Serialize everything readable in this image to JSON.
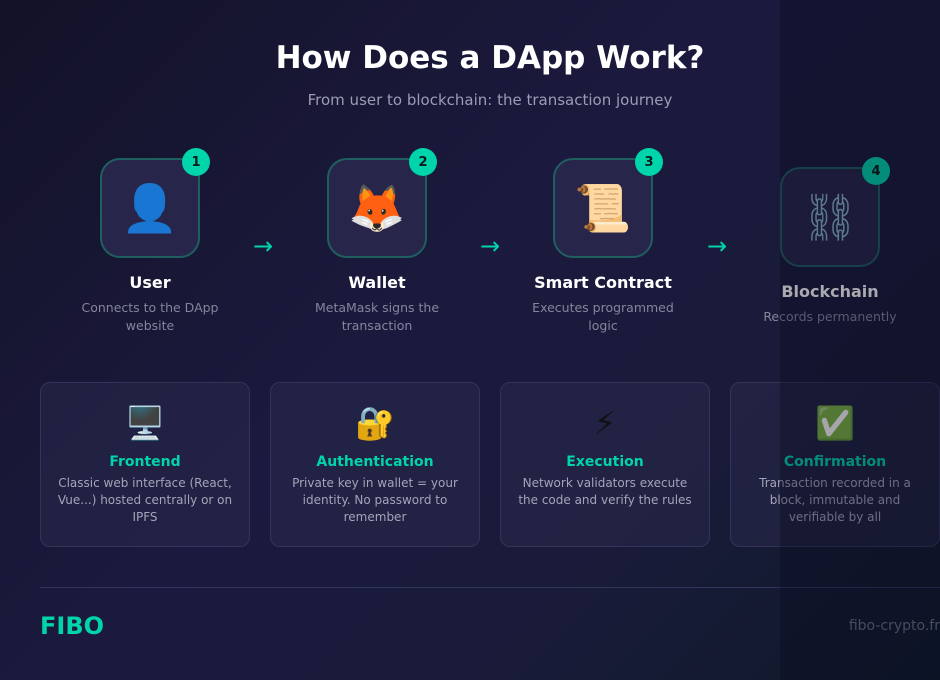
{
  "header": {
    "title": "How Does a DApp Work?",
    "subtitle": "From user to blockchain: the transaction journey"
  },
  "steps": [
    {
      "number": "1",
      "icon": "👤",
      "icon_name": "user-silhouette",
      "name": "User",
      "desc": "Connects to the DApp website"
    },
    {
      "number": "2",
      "icon": "🦊",
      "icon_name": "fox",
      "name": "Wallet",
      "desc": "MetaMask signs the transaction"
    },
    {
      "number": "3",
      "icon": "📜",
      "icon_name": "scroll",
      "name": "Smart Contract",
      "desc": "Executes programmed logic"
    },
    {
      "number": "4",
      "icon": "⛓",
      "icon_name": "chains",
      "name": "Blockchain",
      "desc": "Records permanently"
    }
  ],
  "arrow": "→",
  "cards": [
    {
      "icon": "🖥️",
      "icon_name": "desktop-computer",
      "title": "Frontend",
      "text": "Classic web interface (React, Vue...) hosted centrally or on IPFS"
    },
    {
      "icon": "🔐",
      "icon_name": "lock-with-key",
      "title": "Authentication",
      "text": "Private key in wallet = your identity. No password to remember"
    },
    {
      "icon": "⚡",
      "icon_name": "lightning",
      "title": "Execution",
      "text": "Network validators execute the code and verify the rules"
    },
    {
      "icon": "✅",
      "icon_name": "check-mark",
      "title": "Confirmation",
      "text": "Transaction recorded in a block, immutable and verifiable by all"
    }
  ],
  "footer": {
    "logo": "FIBO",
    "site": "fibo-crypto.fr"
  },
  "colors": {
    "accent": "#00d4aa",
    "background": "#1b1a3e"
  }
}
